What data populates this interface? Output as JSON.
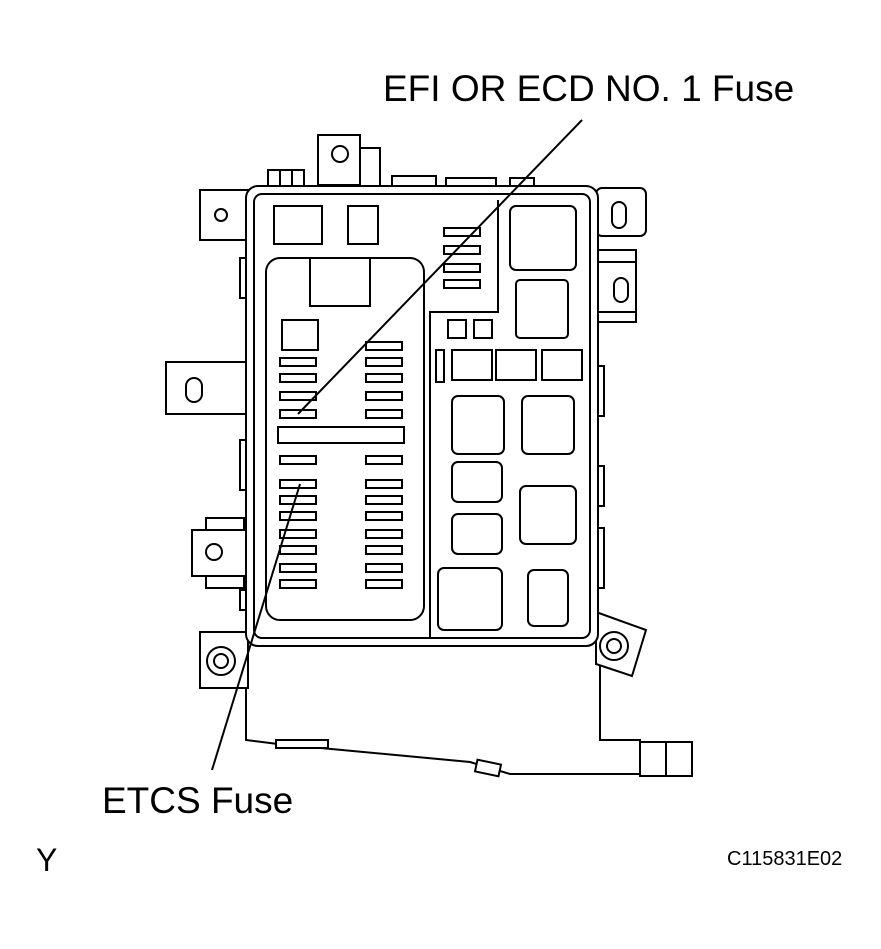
{
  "callouts": {
    "efi_fuse": "EFI OR ECD NO. 1 Fuse",
    "etcs_fuse": "ETCS Fuse"
  },
  "view_marker": "Y",
  "figure_code": "C115831E02",
  "colors": {
    "line": "#000000",
    "background": "#ffffff"
  }
}
